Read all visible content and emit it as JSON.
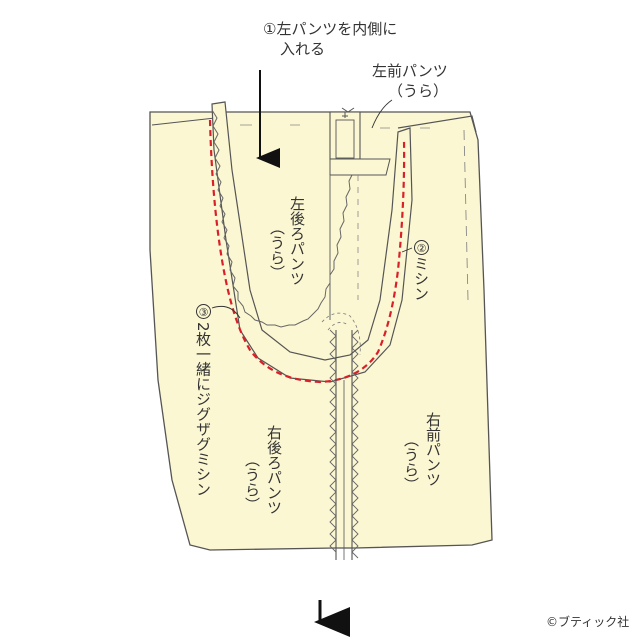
{
  "steps": {
    "step1_number": "①",
    "step1_line1": "左パンツを内側に",
    "step1_line2": "入れる",
    "step2_number": "②",
    "step2_text": "ミシン",
    "step3_number": "③",
    "step3_text": "2枚一緒にジグザグミシン"
  },
  "pieces": {
    "left_front": "左前パンツ",
    "left_front_sub": "（うら）",
    "left_back": "左後ろパンツ",
    "left_back_sub": "（うら）",
    "right_back": "右後ろパンツ",
    "right_back_sub": "（うら）",
    "right_front": "右前パンツ",
    "right_front_sub": "（うら）"
  },
  "copyright": "©ブティック社",
  "colors": {
    "fabric": "#fbf7d2",
    "outline": "#555555",
    "stitch": "#d9202a"
  }
}
